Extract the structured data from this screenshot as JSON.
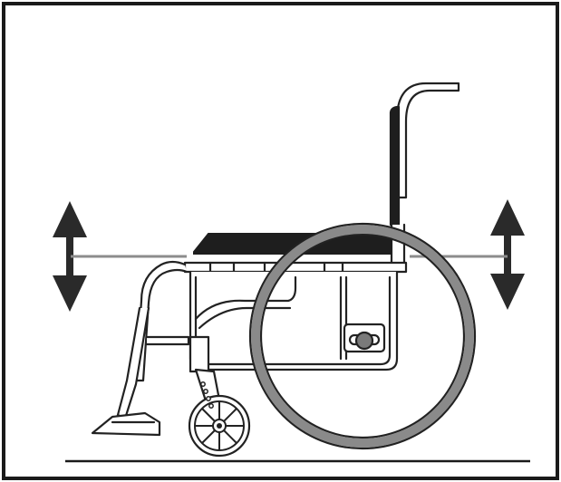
{
  "figure": {
    "subject": "wheelchair-seat-height-adjustment",
    "colors": {
      "frame": "#1a1a1a",
      "line": "#222222",
      "wheel_tire": "#8a8a8a",
      "seat": "#1e1e1e",
      "arrow": "#2a2a2a",
      "indicator_line": "#8c8c8c",
      "ground": "#1a1a1a"
    },
    "icons": [
      "double-headed-vertical-arrow",
      "double-headed-vertical-arrow"
    ]
  }
}
